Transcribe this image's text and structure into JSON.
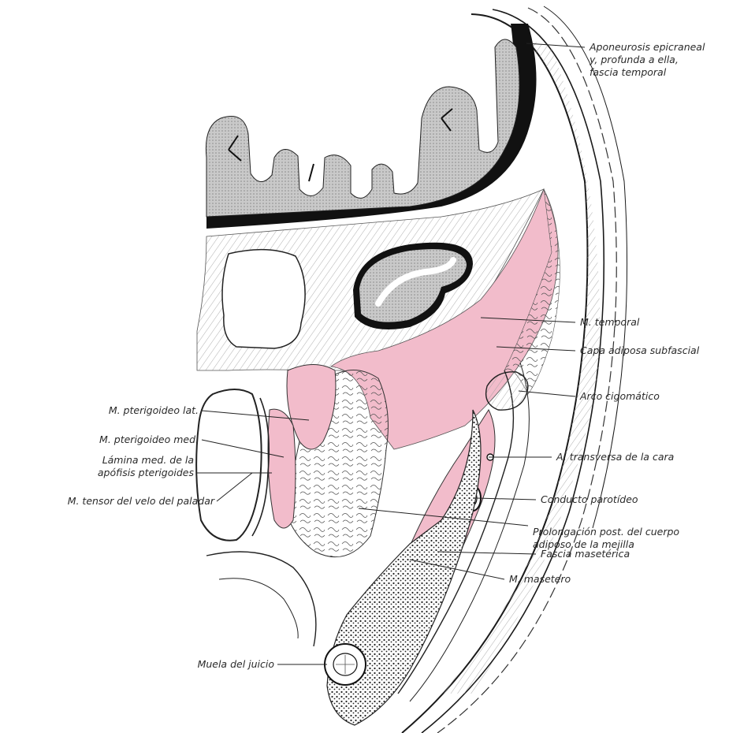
{
  "colors": {
    "muscle": "#f2bccb",
    "brain_gray": "#c4c4c4",
    "ink": "#1a1a1a",
    "paper": "#ffffff"
  },
  "labels": {
    "aponeurosis": [
      "Aponeurosis epicraneal",
      "y, profunda a ella,",
      "fascia temporal"
    ],
    "m_temporal": "M. temporal",
    "capa_adiposa": "Capa adiposa subfascial",
    "arco_cigomatico": "Arco cigomático",
    "a_transversa": "A. transversa de la cara",
    "conducto_parotideo": "Conducto parotídeo",
    "prolongacion": [
      "Prolongación post. del cuerpo",
      "adiposo de la mejilla"
    ],
    "fascia_maseterica": "Fascia masetérica",
    "m_masetero": "M. masetero",
    "m_pterigoideo_lat": "M. pterigoideo lat.",
    "m_pterigoideo_med": "M. pterigoideo med.",
    "lamina_med": [
      "Lámina med. de la",
      "apófisis pterigoides"
    ],
    "m_tensor": "M. tensor del velo del paladar",
    "muela_juicio": "Muela del juicio"
  }
}
